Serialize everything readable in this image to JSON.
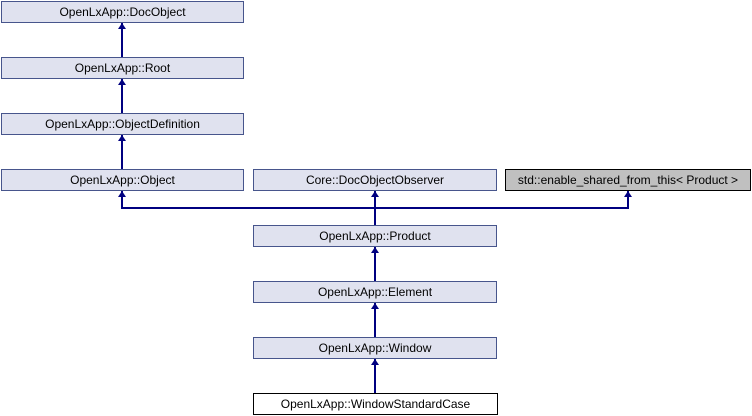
{
  "diagram": {
    "kind": "class-inheritance-graph",
    "nodes": [
      {
        "id": "docobject",
        "label": "OpenLxApp::DocObject",
        "type": "class"
      },
      {
        "id": "root",
        "label": "OpenLxApp::Root",
        "type": "class"
      },
      {
        "id": "objectdefinition",
        "label": "OpenLxApp::ObjectDefinition",
        "type": "class"
      },
      {
        "id": "object",
        "label": "OpenLxApp::Object",
        "type": "class"
      },
      {
        "id": "docobjectobserver",
        "label": "Core::DocObjectObserver",
        "type": "class"
      },
      {
        "id": "enablesharedfromthis",
        "label": "std::enable_shared_from_this< Product >",
        "type": "external"
      },
      {
        "id": "product",
        "label": "OpenLxApp::Product",
        "type": "class"
      },
      {
        "id": "element",
        "label": "OpenLxApp::Element",
        "type": "class"
      },
      {
        "id": "window",
        "label": "OpenLxApp::Window",
        "type": "class"
      },
      {
        "id": "windowstandardcase",
        "label": "OpenLxApp::WindowStandardCase",
        "type": "current"
      }
    ],
    "edges": [
      {
        "from": "OpenLxApp::Root",
        "to": "OpenLxApp::DocObject"
      },
      {
        "from": "OpenLxApp::ObjectDefinition",
        "to": "OpenLxApp::Root"
      },
      {
        "from": "OpenLxApp::Object",
        "to": "OpenLxApp::ObjectDefinition"
      },
      {
        "from": "OpenLxApp::Product",
        "to": "OpenLxApp::Object"
      },
      {
        "from": "OpenLxApp::Product",
        "to": "Core::DocObjectObserver"
      },
      {
        "from": "OpenLxApp::Product",
        "to": "std::enable_shared_from_this< Product >"
      },
      {
        "from": "OpenLxApp::Element",
        "to": "OpenLxApp::Product"
      },
      {
        "from": "OpenLxApp::Window",
        "to": "OpenLxApp::Element"
      },
      {
        "from": "OpenLxApp::WindowStandardCase",
        "to": "OpenLxApp::Window"
      }
    ]
  },
  "colors": {
    "background": "#ffffff",
    "node_fill": "#e0e2ef",
    "node_border": "#47558c",
    "external_fill": "#c0c0c0",
    "external_border": "#000000",
    "current_fill": "#ffffff",
    "current_border": "#000000",
    "edge": "#000080",
    "text": "#000000"
  }
}
